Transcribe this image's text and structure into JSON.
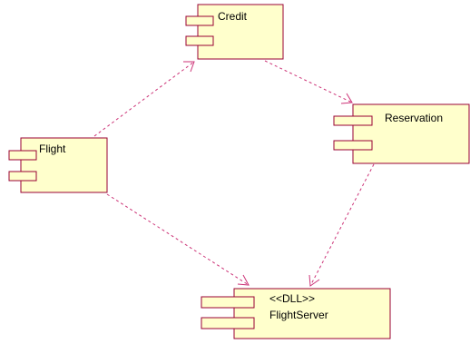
{
  "colors": {
    "component_fill": "#ffffcc",
    "component_border": "#990033",
    "dependency": "#cc3377",
    "background": "#ffffff"
  },
  "components": [
    {
      "id": "credit",
      "lines": [
        "Credit"
      ]
    },
    {
      "id": "reservation",
      "lines": [
        "Reservation"
      ]
    },
    {
      "id": "flight",
      "lines": [
        "Flight"
      ]
    },
    {
      "id": "flightserver",
      "lines": [
        "<<DLL>>",
        "FlightServer"
      ]
    }
  ],
  "dependencies": [
    {
      "from": "flight",
      "to": "credit",
      "style": "dashed",
      "arrow": "open"
    },
    {
      "from": "credit",
      "to": "reservation",
      "style": "dashed",
      "arrow": "open"
    },
    {
      "from": "flight",
      "to": "flightserver",
      "style": "dashed",
      "arrow": "open"
    },
    {
      "from": "reservation",
      "to": "flightserver",
      "style": "dashed",
      "arrow": "open"
    }
  ]
}
